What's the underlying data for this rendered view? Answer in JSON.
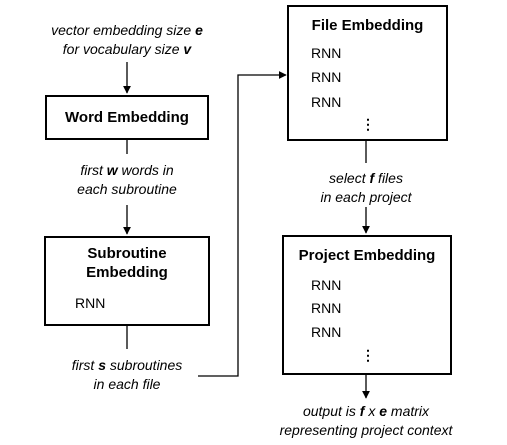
{
  "input": {
    "line1_pre": "vector embedding size ",
    "line1_var": "e",
    "line2_pre": "for vocabulary size ",
    "line2_var": "v"
  },
  "word_embedding": {
    "title": "Word Embedding"
  },
  "words_label": {
    "line1_pre": "first ",
    "line1_var": "w",
    "line1_post": " words in",
    "line2": "each subroutine"
  },
  "subroutine_embedding": {
    "title_line1": "Subroutine",
    "title_line2": "Embedding",
    "rnn": "RNN"
  },
  "subroutines_label": {
    "line1_pre": "first ",
    "line1_var": "s",
    "line1_post": " subroutines",
    "line2": "in each file"
  },
  "file_embedding": {
    "title": "File Embedding",
    "rnn": [
      "RNN",
      "RNN",
      "RNN"
    ],
    "ellipsis": "⋮"
  },
  "files_label": {
    "line1_pre": "select ",
    "line1_var": "f",
    "line1_post": " files",
    "line2": "in each project"
  },
  "project_embedding": {
    "title": "Project Embedding",
    "rnn": [
      "RNN",
      "RNN",
      "RNN"
    ],
    "ellipsis": "⋮"
  },
  "output": {
    "line1_pre": "output is ",
    "line1_var1": "f",
    "line1_mid": " x ",
    "line1_var2": "e",
    "line1_post": " matrix",
    "line2": "representing project context"
  }
}
